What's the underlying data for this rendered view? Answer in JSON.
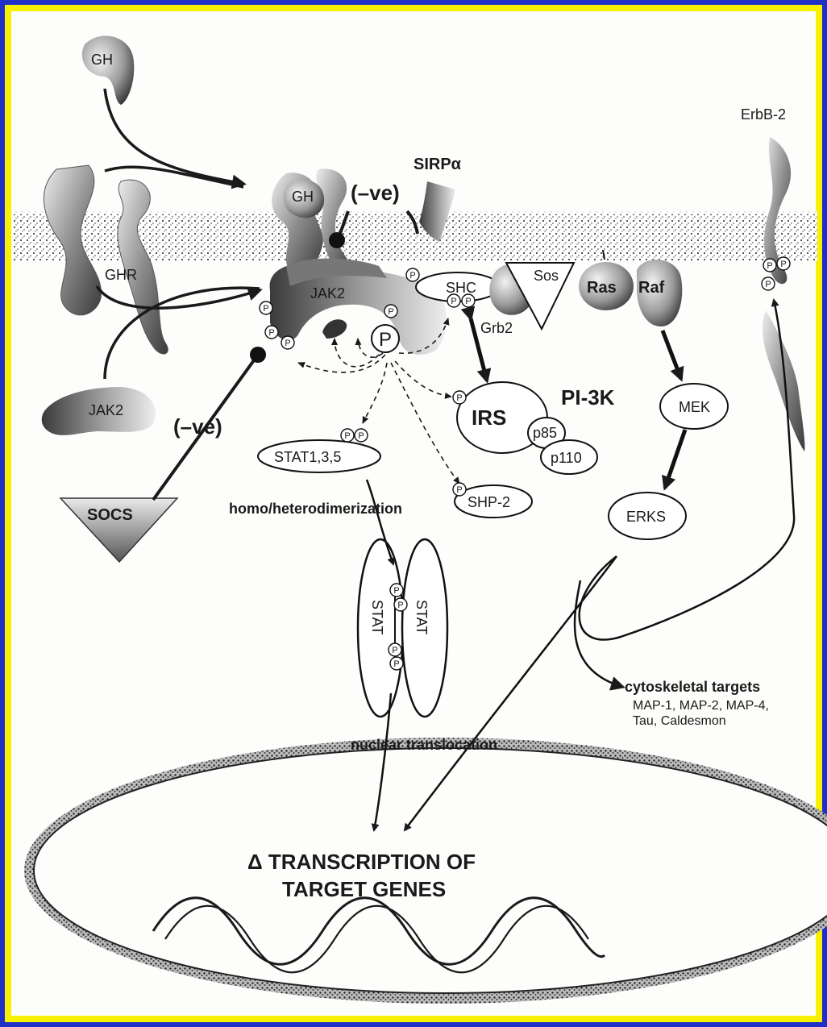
{
  "colors": {
    "border_outer": "#1f2fc8",
    "border_inner": "#f7f000",
    "ink": "#1a1a1a"
  },
  "labels": {
    "gh_top": "GH",
    "gh_bound": "GH",
    "neg_top": "(–ve)",
    "sirp": "SIRPα",
    "erbb2": "ErbB-2",
    "ghr": "GHR",
    "jak2_bound": "JAK2",
    "jak2_free": "JAK2",
    "neg_bottom": "(–ve)",
    "socs": "SOCS",
    "shc": "SHC",
    "sos": "Sos",
    "grb2": "Grb2",
    "ras": "Ras",
    "raf": "Raf",
    "irs": "IRS",
    "pi3k": "PI-3K",
    "p85": "p85",
    "p110": "p110",
    "mek": "MEK",
    "erks": "ERKS",
    "stat135": "STAT1,3,5",
    "shp2": "SHP-2",
    "homo": "homo/heterodimerization",
    "stat_left": "STAT",
    "stat_right": "STAT",
    "nuclear": "nuclear translocation",
    "cyto_title": "cytoskeletal targets",
    "cyto_line1": "MAP-1, MAP-2, MAP-4,",
    "cyto_line2": "Tau, Caldesmon",
    "transcription_line1": "Δ TRANSCRIPTION OF",
    "transcription_line2": "TARGET GENES",
    "p_big": "P",
    "p": "P"
  }
}
